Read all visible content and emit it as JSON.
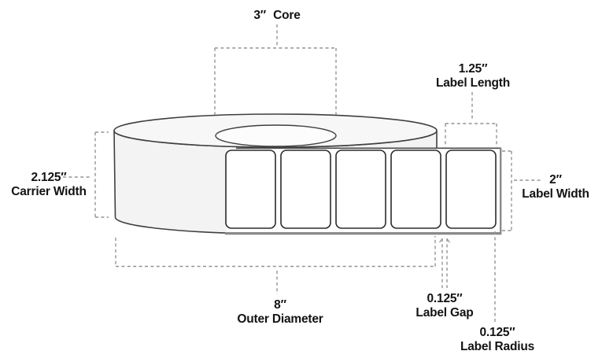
{
  "diagram": {
    "subject": "label-roll-dimension-diagram",
    "visible_blank_labels": 5,
    "colors": {
      "background": "#ffffff",
      "roll_top_fill": "#f7f7f7",
      "roll_front_fill": "#f3f3f3",
      "core_fill": "#fcfcfc",
      "roll_outline": "#3f3f3f",
      "strip_edge_gray": "#8a8a8a",
      "strip_top_edge": "#4a4a4a",
      "label_border": "#2b2b2b",
      "dimension_dash": "#949494",
      "text": "#131313"
    }
  },
  "annotations": {
    "core": {
      "value": "3″",
      "label": "Core"
    },
    "label_length": {
      "value": "1.25″",
      "label": "Label Length"
    },
    "carrier_width": {
      "value": "2.125″",
      "label": "Carrier Width"
    },
    "label_width": {
      "value": "2″",
      "label": "Label Width"
    },
    "outer_diameter": {
      "value": "8″",
      "label": "Outer Diameter"
    },
    "label_gap": {
      "value": "0.125″",
      "label": "Label Gap"
    },
    "label_radius": {
      "value": "0.125″",
      "label": "Label Radius"
    }
  }
}
